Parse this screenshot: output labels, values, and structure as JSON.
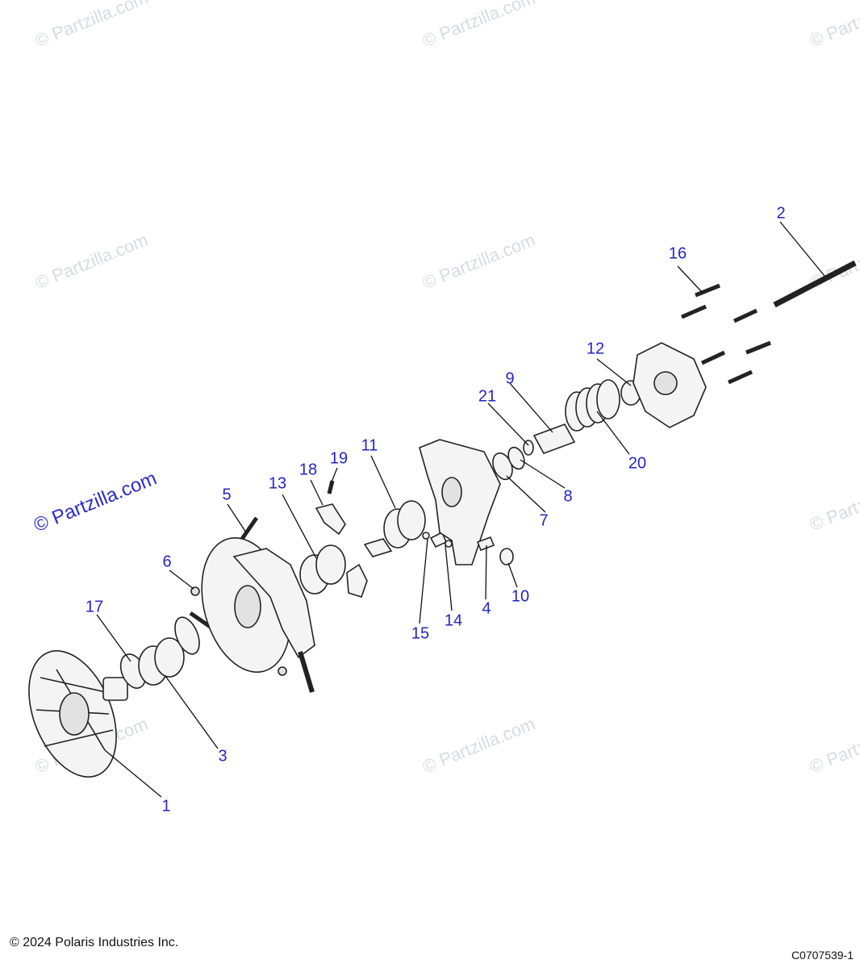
{
  "watermarks": [
    "© Partzilla.com"
  ],
  "main_watermark": "© Partzilla.com",
  "callouts": [
    {
      "id": "c1",
      "label": "1"
    },
    {
      "id": "c2",
      "label": "2"
    },
    {
      "id": "c3",
      "label": "3"
    },
    {
      "id": "c4",
      "label": "4"
    },
    {
      "id": "c5",
      "label": "5"
    },
    {
      "id": "c6",
      "label": "6"
    },
    {
      "id": "c7",
      "label": "7"
    },
    {
      "id": "c8",
      "label": "8"
    },
    {
      "id": "c9",
      "label": "9"
    },
    {
      "id": "c10",
      "label": "10"
    },
    {
      "id": "c11",
      "label": "11"
    },
    {
      "id": "c12",
      "label": "12"
    },
    {
      "id": "c13",
      "label": "13"
    },
    {
      "id": "c14",
      "label": "14"
    },
    {
      "id": "c15",
      "label": "15"
    },
    {
      "id": "c16",
      "label": "16"
    },
    {
      "id": "c17",
      "label": "17"
    },
    {
      "id": "c18",
      "label": "18"
    },
    {
      "id": "c19",
      "label": "19"
    },
    {
      "id": "c20",
      "label": "20"
    },
    {
      "id": "c21",
      "label": "21"
    }
  ],
  "footer": {
    "copyright": "© 2024 Polaris Industries Inc.",
    "diagram_id": "C0707539-1"
  },
  "colors": {
    "callout": "#2424c8",
    "watermark": "#d8dbe2",
    "line": "#222222"
  }
}
